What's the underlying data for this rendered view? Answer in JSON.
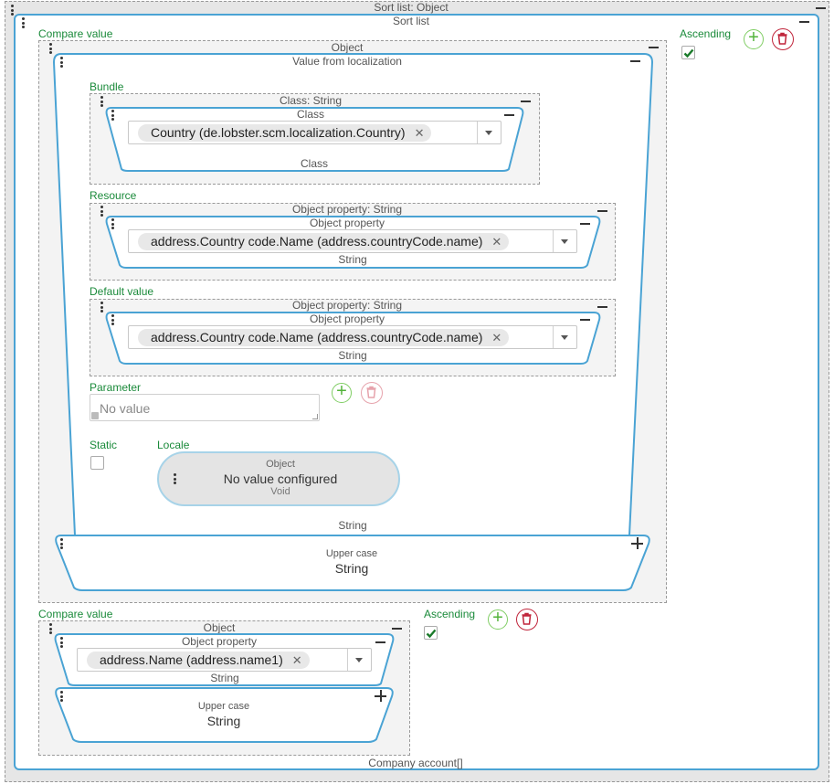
{
  "sort_list": {
    "header_label": "Sort list: Object",
    "title": "Sort list",
    "footer_label": "Company account[]"
  },
  "compare1": {
    "label": "Compare value",
    "ascending_label": "Ascending",
    "ascending_checked": true,
    "object_label": "Object",
    "value_from_localization": {
      "title": "Value from localization",
      "bundle": {
        "label": "Bundle",
        "header": "Class: String",
        "inner_title": "Class",
        "selected": "Country (de.lobster.scm.localization.Country)",
        "type_label": "Class"
      },
      "resource": {
        "label": "Resource",
        "header": "Object property: String",
        "inner_title": "Object property",
        "selected": "address.Country code.Name (address.countryCode.name)",
        "type_label": "String"
      },
      "default_value": {
        "label": "Default value",
        "header": "Object property: String",
        "inner_title": "Object property",
        "selected": "address.Country code.Name (address.countryCode.name)",
        "type_label": "String"
      },
      "parameter": {
        "label": "Parameter",
        "placeholder": "No value"
      },
      "static_label": "Static",
      "locale": {
        "label": "Locale",
        "top": "Object",
        "value": "No value configured",
        "bottom": "Void"
      },
      "type_label": "String"
    },
    "upper_case": {
      "title": "Upper case",
      "type": "String"
    }
  },
  "compare2": {
    "label": "Compare value",
    "ascending_label": "Ascending",
    "ascending_checked": true,
    "object_label": "Object",
    "property": {
      "inner_title": "Object property",
      "selected": "address.Name (address.name1)",
      "type_label": "String"
    },
    "upper_case": {
      "title": "Upper case",
      "type": "String"
    }
  },
  "colors": {
    "accent_blue": "#4aa3d4",
    "label_green": "#1a8a3a",
    "add_green": "#52b33a",
    "delete_red": "#c0253b"
  },
  "icons": [
    "drag-handle-icon",
    "collapse-icon",
    "expand-icon",
    "add-icon",
    "delete-icon",
    "checkmark-icon",
    "clear-icon",
    "chevron-down-icon",
    "resize-icon"
  ]
}
